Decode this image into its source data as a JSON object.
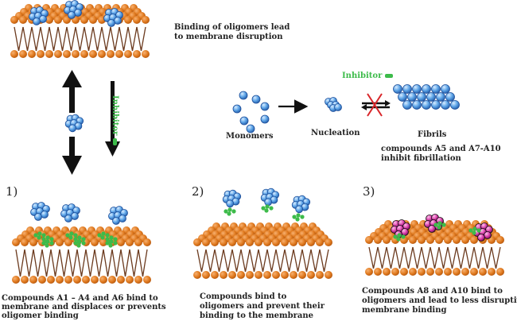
{
  "top": {
    "caption_line1": "Binding of oligomers lead",
    "caption_line2": "to membrane disruption"
  },
  "pathway": {
    "inhibitor_label": "Inhibitor",
    "monomers_label": "Monomers",
    "nucleation_label": "Nucleation",
    "fibrils_label": "Fibrils",
    "note_line1": "compounds A5 and A7-A10",
    "note_line2": "inhibit fibrillation"
  },
  "side": {
    "inhibitor_label": "Inhibitor"
  },
  "panels": [
    {
      "number": "1)",
      "caption_line1": "Compounds A1 – A4 and A6 bind to",
      "caption_line2": "membrane and displaces or prevents",
      "caption_line3": "oligomer binding"
    },
    {
      "number": "2)",
      "caption_line1": "Compounds bind to",
      "caption_line2": "oligomers and prevent their",
      "caption_line3": "binding to the membrane"
    },
    {
      "number": "3)",
      "caption_line1": "Compounds A8 and A10 bind to",
      "caption_line2": "oligomers and lead to less disruptive",
      "caption_line3": "membrane binding"
    }
  ],
  "colors": {
    "lipid_head": "#e07a1f",
    "lipid_tail": "#6b3a1e",
    "monomer": "#4f95d8",
    "inhibitor": "#3dbb4a",
    "block_x": "#d9262a",
    "oligomer_pink": "#d63aa6"
  }
}
